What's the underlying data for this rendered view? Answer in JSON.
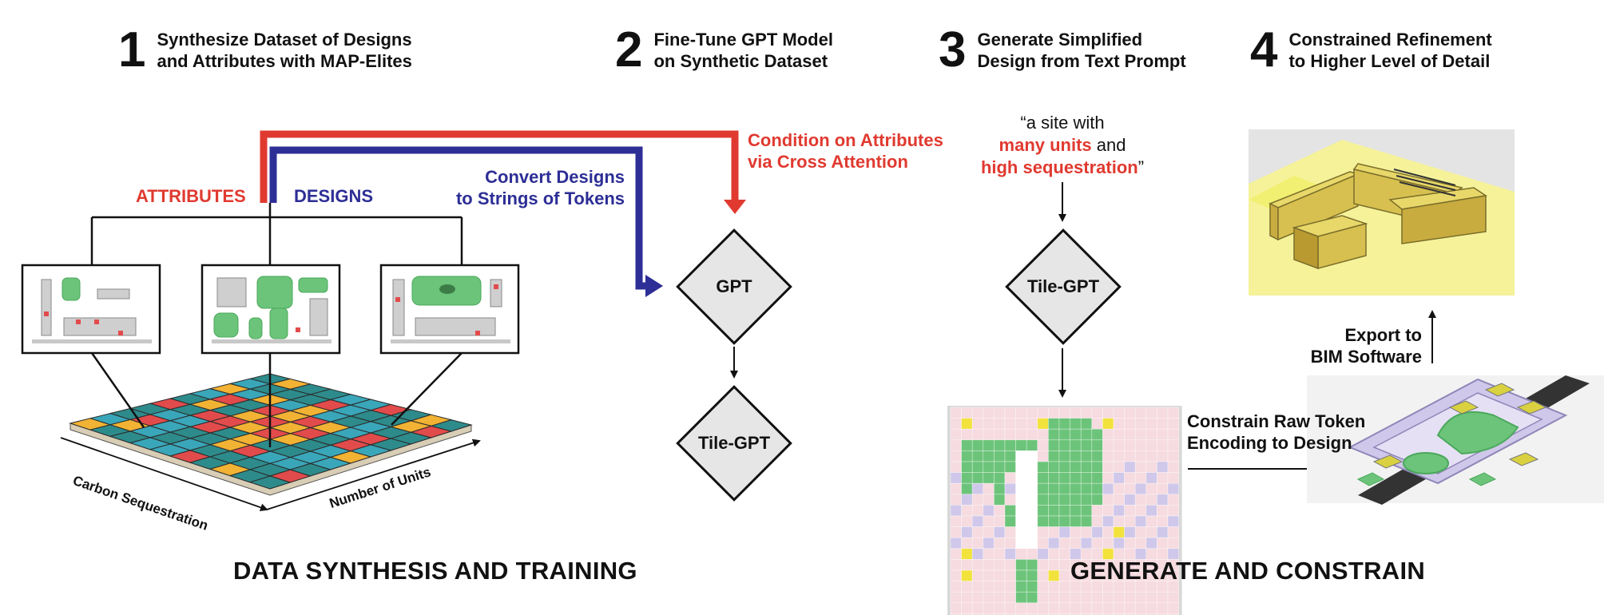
{
  "steps": [
    {
      "num": "1",
      "line1": "Synthesize Dataset of Designs",
      "line2": "and Attributes with MAP-Elites"
    },
    {
      "num": "2",
      "line1": "Fine-Tune GPT Model",
      "line2": "on Synthetic Dataset"
    },
    {
      "num": "3",
      "line1": "Generate Simplified",
      "line2": "Design from Text Prompt"
    },
    {
      "num": "4",
      "line1": "Constrained Refinement",
      "line2": "to Higher Level of Detail"
    }
  ],
  "sections": {
    "left": "DATA SYNTHESIS AND TRAINING",
    "right": "GENERATE AND CONSTRAIN"
  },
  "labels": {
    "attributes": "ATTRIBUTES",
    "designs": "DESIGNS",
    "convert_line1": "Convert Designs",
    "convert_line2": "to Strings of Tokens",
    "condition_line1": "Condition on Attributes",
    "condition_line2": "via Cross Attention",
    "constrain_line1": "Constrain Raw Token",
    "constrain_line2": "Encoding to Design",
    "export_line1": "Export to",
    "export_line2": "BIM Software",
    "axis_carbon": "Carbon Sequestration",
    "axis_units": "Number of Units"
  },
  "nodes": {
    "gpt": "GPT",
    "tile_gpt_train": "Tile-GPT",
    "tile_gpt_generate": "Tile-GPT"
  },
  "prompt": {
    "open": "“a site with",
    "hl1": "many units",
    "mid": " and",
    "hl2": "high sequestration",
    "close": "”"
  },
  "colors": {
    "red": "#e03a30",
    "blue": "#2d2e96",
    "teal": "#2e8b8b",
    "cyan": "#3aa6b9",
    "yellow": "#f2b233",
    "tile_red": "#e24b4b",
    "green": "#6cc47a",
    "lavender": "#cfc8ea",
    "pink": "#f6dbe0",
    "building_yellow": "#f3ea5a"
  }
}
